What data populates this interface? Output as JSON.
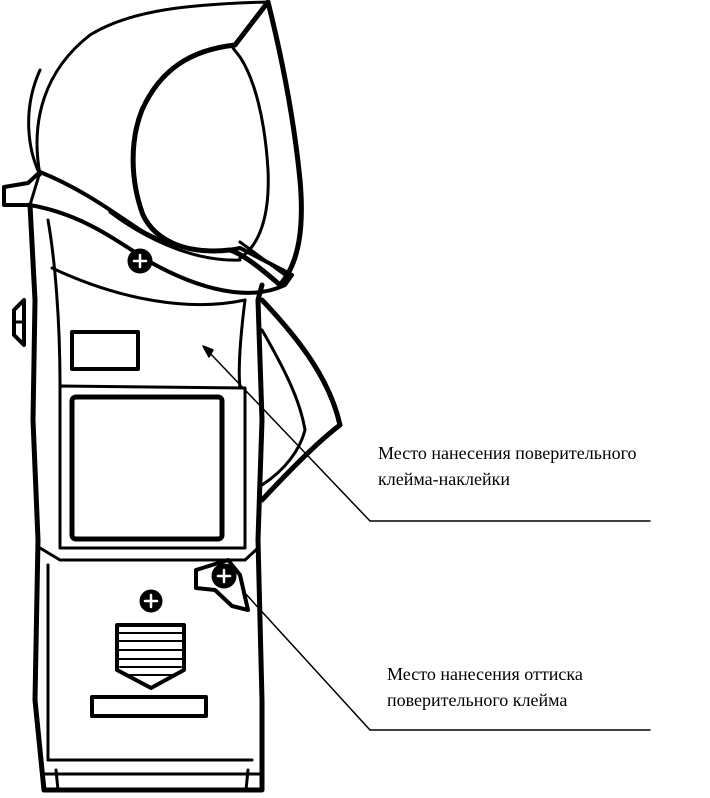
{
  "colors": {
    "ink": "#000000",
    "paper": "#ffffff"
  },
  "annotations": {
    "sticker_mark": {
      "line1": "Место нанесения поверительного",
      "line2": "клейма-наклейки"
    },
    "imprint_mark": {
      "line1": "Место нанесения оттиска",
      "line2": "поверительного клейма"
    }
  }
}
